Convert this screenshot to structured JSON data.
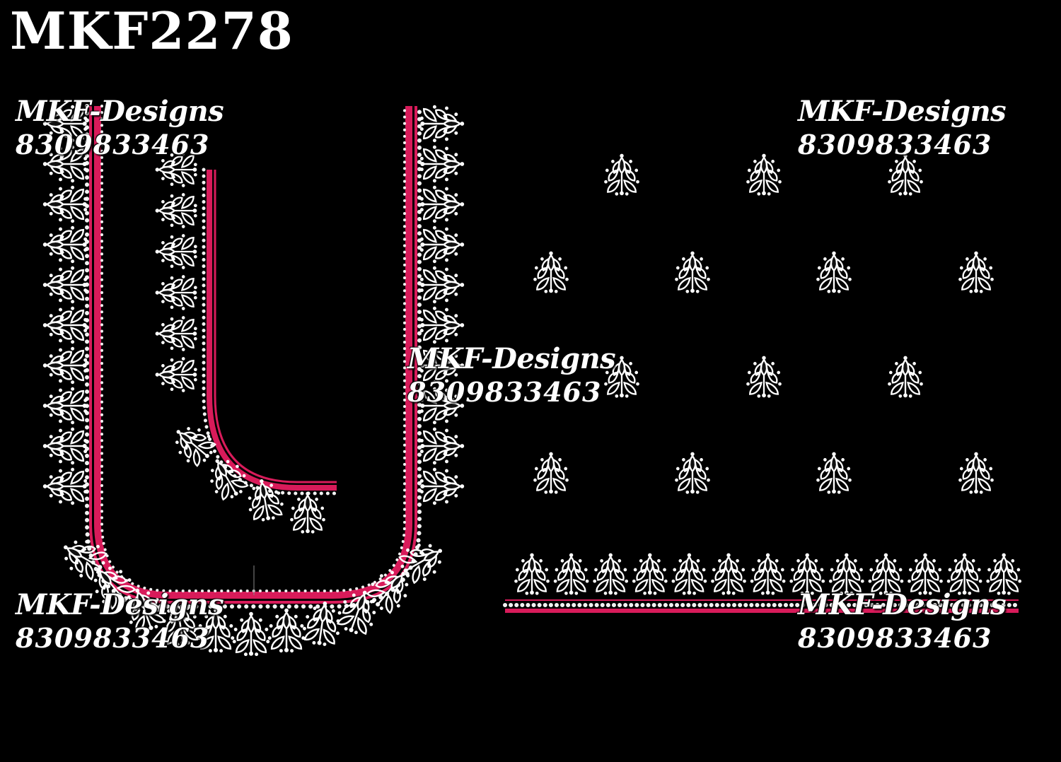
{
  "design_code": "MKF2278",
  "watermarks": [
    {
      "id": "tl",
      "brand": "MKF-Designs",
      "phone": "8309833463"
    },
    {
      "id": "tr",
      "brand": "MKF-Designs",
      "phone": "8309833463"
    },
    {
      "id": "c",
      "brand": "MKF-Designs",
      "phone": "8309833463"
    },
    {
      "id": "bl",
      "brand": "MKF-Designs",
      "phone": "8309833463"
    },
    {
      "id": "br",
      "brand": "MKF-Designs",
      "phone": "8309833463"
    }
  ],
  "colors": {
    "background": "#000000",
    "thread_pink": "#d81b5a",
    "thread_white": "#ffffff",
    "pearl": "#f2f2f2"
  },
  "icons": {
    "motif": "leaf-spray-motif-icon",
    "pearl": "pearl-bead-icon"
  }
}
